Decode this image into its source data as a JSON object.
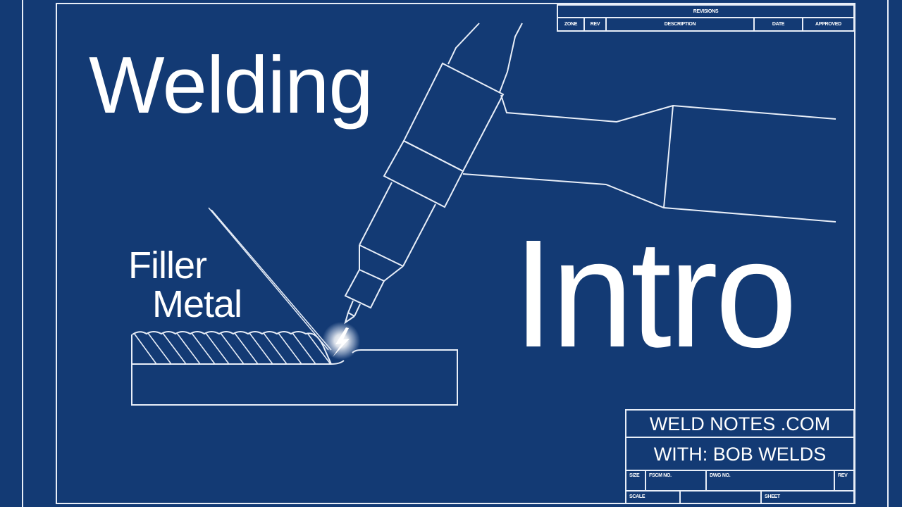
{
  "colors": {
    "background": "#133a74",
    "line": "#e8eef8",
    "text": "#ffffff"
  },
  "title": {
    "line1": "Welding",
    "line2": "Intro"
  },
  "labels": {
    "filler_line1": "Filler",
    "filler_line2": "Metal"
  },
  "revisions_table": {
    "header": "REVISIONS",
    "columns": [
      "ZONE",
      "REV",
      "DESCRIPTION",
      "DATE",
      "APPROVED"
    ]
  },
  "title_block": {
    "line1": "WELD NOTES .COM",
    "line2": "WITH: BOB WELDS",
    "row3": [
      "SIZE",
      "FSCM NO.",
      "DWG NO.",
      "REV"
    ],
    "row4": [
      "SCALE",
      "",
      "SHEET"
    ]
  },
  "icons": {
    "arc": "lightning-bolt-icon",
    "torch": "tig-torch-drawing"
  }
}
